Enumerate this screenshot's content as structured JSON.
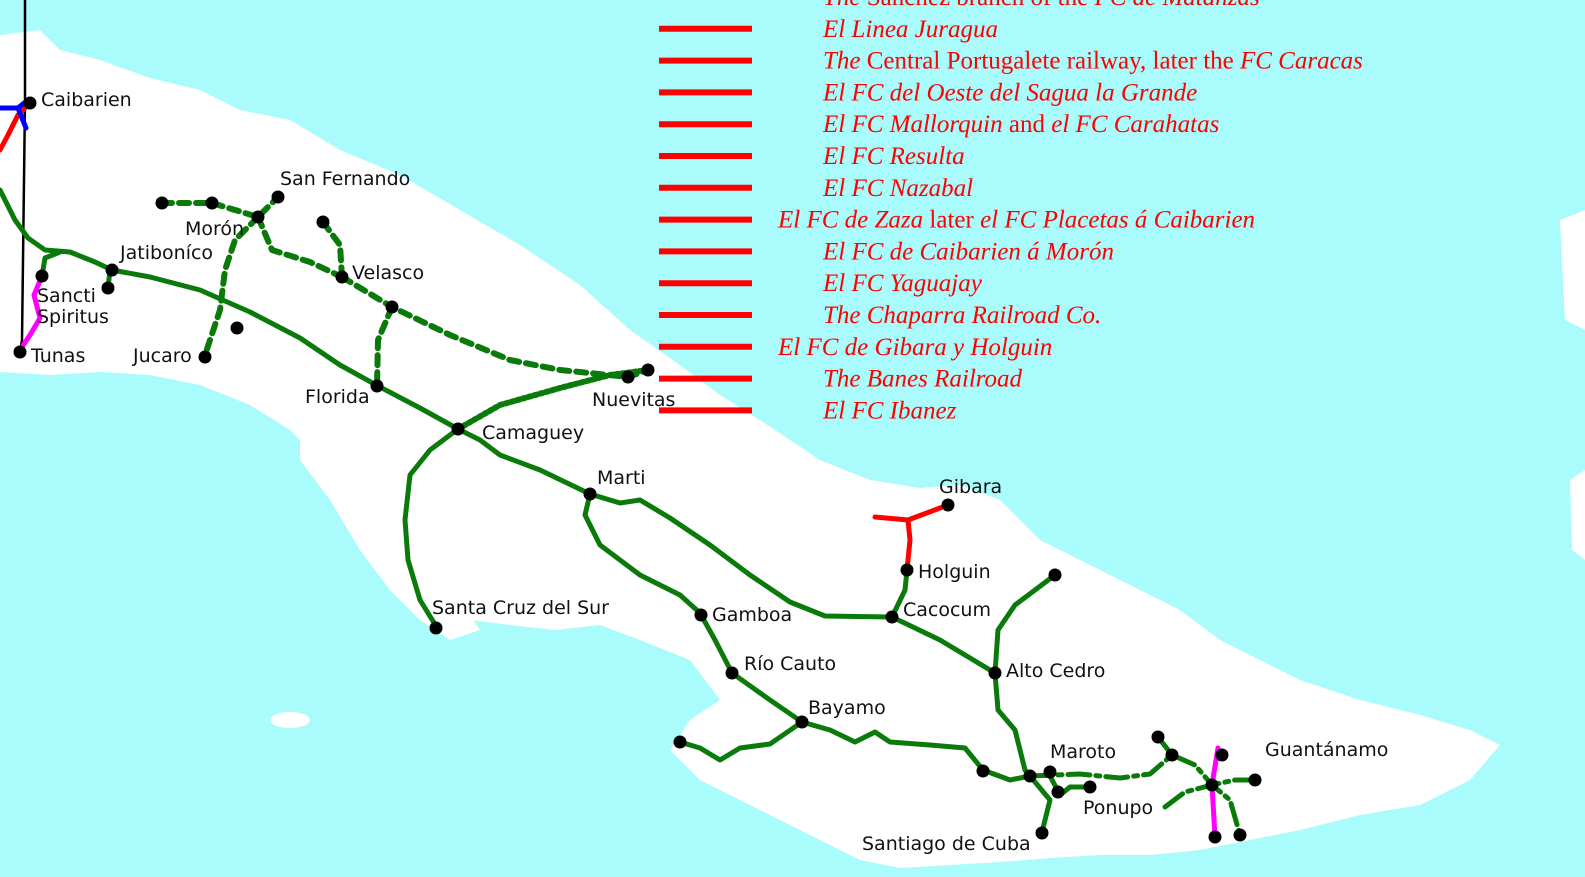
{
  "colors": {
    "sea": "#aafcfc",
    "land": "#ffffff",
    "main_line": "#0a7a0a",
    "legend_red": "#ff0000",
    "magenta": "#ff00ff",
    "blue": "#0000ff",
    "city_dot": "#000000"
  },
  "cities": [
    {
      "id": "caibarien",
      "label": "Caibarien"
    },
    {
      "id": "san-fernando",
      "label": "San Fernando"
    },
    {
      "id": "moron",
      "label": "Morón"
    },
    {
      "id": "jatibonico",
      "label": "Jatiboníco"
    },
    {
      "id": "velasco",
      "label": "Velasco"
    },
    {
      "id": "sancti-spiritus-1",
      "label": "Sancti"
    },
    {
      "id": "sancti-spiritus-2",
      "label": "Spiritus"
    },
    {
      "id": "tunas",
      "label": "Tunas"
    },
    {
      "id": "jucaro",
      "label": "Jucaro"
    },
    {
      "id": "florida",
      "label": "Florida"
    },
    {
      "id": "nuevitas",
      "label": "Nuevitas"
    },
    {
      "id": "camaguey",
      "label": "Camaguey"
    },
    {
      "id": "marti",
      "label": "Marti"
    },
    {
      "id": "gibara",
      "label": "Gibara"
    },
    {
      "id": "holguin",
      "label": "Holguin"
    },
    {
      "id": "cacocum",
      "label": "Cacocum"
    },
    {
      "id": "santa-cruz-del-sur",
      "label": "Santa Cruz del Sur"
    },
    {
      "id": "gamboa",
      "label": "Gamboa"
    },
    {
      "id": "rio-cauto",
      "label": "Río Cauto"
    },
    {
      "id": "alto-cedro",
      "label": "Alto Cedro"
    },
    {
      "id": "bayamo",
      "label": "Bayamo"
    },
    {
      "id": "maroto",
      "label": "Maroto"
    },
    {
      "id": "guantanamo",
      "label": "Guantánamo"
    },
    {
      "id": "ponupo",
      "label": "Ponupo"
    },
    {
      "id": "santiago-de-cuba",
      "label": "Santiago de Cuba"
    }
  ],
  "legend": [
    [
      {
        "t": "The",
        "i": true
      },
      {
        "t": " Sanchez branch of the ",
        "i": false
      },
      {
        "t": "FC de Matanzas",
        "i": true
      }
    ],
    [
      {
        "t": "El Linea Juragua",
        "i": true
      }
    ],
    [
      {
        "t": "The",
        "i": true
      },
      {
        "t": " Central Portugalete railway, later the ",
        "i": false
      },
      {
        "t": "FC Caracas",
        "i": true
      }
    ],
    [
      {
        "t": "El FC del Oeste del Sagua la Grande",
        "i": true
      }
    ],
    [
      {
        "t": "El FC Mallorquin",
        "i": true
      },
      {
        "t": " and ",
        "i": false
      },
      {
        "t": "el FC Carahatas",
        "i": true
      }
    ],
    [
      {
        "t": "El FC Resulta",
        "i": true
      }
    ],
    [
      {
        "t": "El FC Nazabal",
        "i": true
      }
    ],
    [
      {
        "t": "El FC de Zaza",
        "i": true
      },
      {
        "t": " later ",
        "i": false
      },
      {
        "t": "el FC Placetas á Caibarien",
        "i": true
      }
    ],
    [
      {
        "t": "El FC de Caibarien á Morón",
        "i": true
      }
    ],
    [
      {
        "t": "El FC Yaguajay",
        "i": true
      }
    ],
    [
      {
        "t": "The Chaparra Railroad Co.",
        "i": true
      }
    ],
    [
      {
        "t": "El FC de Gibara y Holguin",
        "i": true
      }
    ],
    [
      {
        "t": "The Banes Railroad",
        "i": true
      }
    ],
    [
      {
        "t": "El FC Ibanez",
        "i": true
      }
    ]
  ]
}
